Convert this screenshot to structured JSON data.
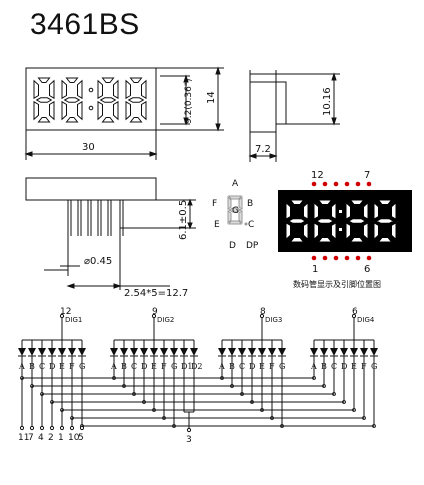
{
  "title": "3461BS",
  "dims": {
    "width": "30",
    "height": "14",
    "digit_height": "9.2(0.36\")",
    "side_height": "10.16",
    "depth": "7.2",
    "pin_offset": "6.1±0.5",
    "pin_diameter": "⌀0.45",
    "pin_pitch": "2.54*5=12.7"
  },
  "seg_diagram": {
    "a": "A",
    "b": "B",
    "c": "C",
    "d": "D",
    "e": "E",
    "f": "F",
    "g": "G",
    "dp": "DP"
  },
  "pin_photo": {
    "top_left": "12",
    "top_right": "7",
    "bottom_left": "1",
    "bottom_right": "6",
    "caption": "数码管显示及引脚位置图"
  },
  "schematic": {
    "digits": [
      {
        "pin": "12",
        "label": "DIG1"
      },
      {
        "pin": "9",
        "label": "DIG2"
      },
      {
        "pin": "8",
        "label": "DIG3"
      },
      {
        "pin": "6",
        "label": "DIG4"
      }
    ],
    "seg_labels": [
      "A",
      "B",
      "C",
      "D",
      "E",
      "F",
      "G"
    ],
    "dig2_extra": [
      "D1",
      "D2"
    ],
    "bottom_pins": [
      "11",
      "7",
      "4",
      "2",
      "1",
      "10",
      "5"
    ],
    "colon_pin": "3"
  },
  "colors": {
    "led_on": "#ffffff",
    "led_bg": "#000000",
    "pin_dot": "#d00000"
  }
}
